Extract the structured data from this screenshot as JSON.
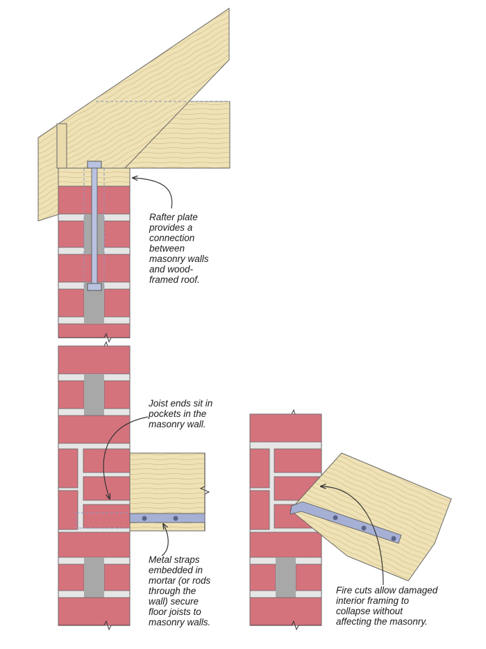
{
  "callouts": {
    "rafter_plate": "Rafter plate\nprovides a\nconnection\nbetween\nmasonry walls\nand wood-\nframed roof.",
    "joist_pockets": "Joist ends sit in\npockets in the\nmasonry wall.",
    "metal_straps": "Metal straps\nembedded in\nmortar (or rods\nthrough the\nwall) secure\nfloor joists to\nmasonry walls.",
    "fire_cuts": "Fire cuts allow damaged\ninterior framing to\ncollapse without\naffecting the masonry."
  },
  "colors": {
    "brick": "#d5737d",
    "mortar": "#e6e6e6",
    "wood": "#efe2b6",
    "grout": "#a8a8a8",
    "strap": "#a6b0d4",
    "outline": "#555555"
  }
}
